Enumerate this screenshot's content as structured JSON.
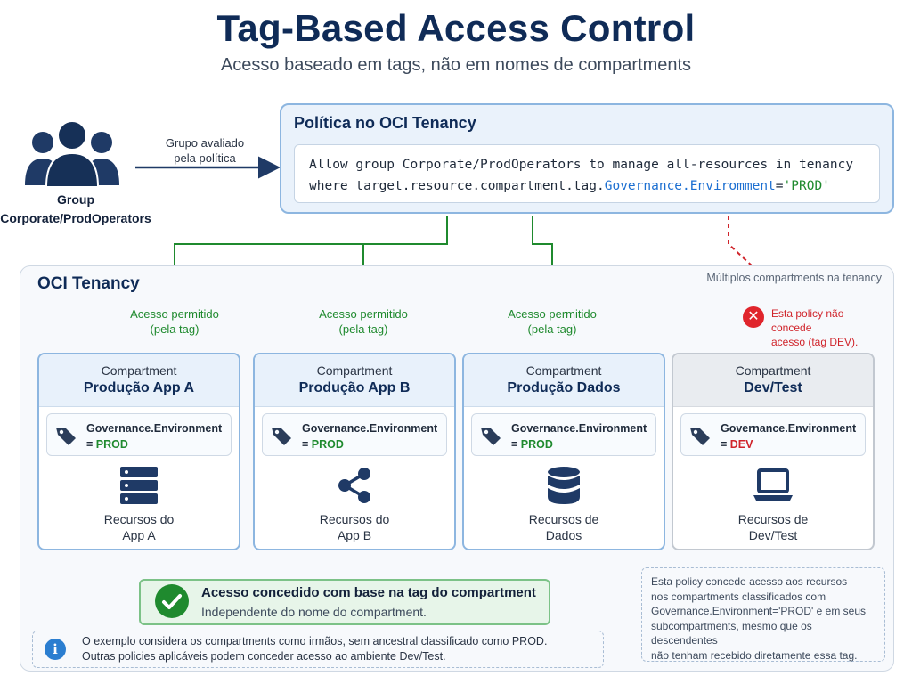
{
  "header": {
    "title": "Tag-Based Access Control",
    "subtitle": "Acesso baseado em tags, não em nomes de compartments"
  },
  "group": {
    "line1": "Group",
    "line2": "Corporate/ProdOperators",
    "arrow_label_1": "Grupo avaliado",
    "arrow_label_2": "pela política"
  },
  "policy": {
    "title": "Política no OCI Tenancy",
    "code_line1": "Allow group Corporate/ProdOperators to manage all-resources in tenancy",
    "code_line2_prefix": "where target.resource.compartment.tag.",
    "code_line2_key": "Governance.Enviromment",
    "code_line2_eq": "=",
    "code_line2_value": "'PROD'"
  },
  "tenancy": {
    "title": "OCI Tenancy",
    "note": "Múltiplos compartments na tenancy",
    "allowed_line1": "Acesso permitido",
    "allowed_line2": "(pela tag)",
    "deny_line1": "Esta policy não concede",
    "deny_line2": "acesso (tag DEV).",
    "deny_icon": "x-circle-icon"
  },
  "compartments": [
    {
      "sub": "Compartment",
      "name": "Produção App A",
      "tag_key": "Governance.Environment",
      "tag_eq": "= ",
      "tag_value": "PROD",
      "icon": "server-icon",
      "res_line1": "Recursos do",
      "res_line2": "App A"
    },
    {
      "sub": "Compartment",
      "name": "Produção App B",
      "tag_key": "Governance.Environment",
      "tag_eq": "= ",
      "tag_value": "PROD",
      "icon": "share-icon",
      "res_line1": "Recursos do",
      "res_line2": "App B"
    },
    {
      "sub": "Compartment",
      "name": "Produção Dados",
      "tag_key": "Governance.Environment",
      "tag_eq": "= ",
      "tag_value": "PROD",
      "icon": "database-icon",
      "res_line1": "Recursos de",
      "res_line2": "Dados"
    },
    {
      "sub": "Compartment",
      "name": "Dev/Test",
      "tag_key": "Governance.Environment",
      "tag_eq": "= ",
      "tag_value": "DEV",
      "icon": "laptop-icon",
      "res_line1": "Recursos de",
      "res_line2": "Dev/Test"
    }
  ],
  "result": {
    "title": "Acesso concedido com base na tag do compartment",
    "subtitle": "Independente do nome do compartment."
  },
  "info": {
    "line1": "O exemplo considera os compartments como irmãos, sem ancestral classificado como PROD.",
    "line2": "Outras policies aplicáveis podem conceder acesso ao ambiente Dev/Test."
  },
  "side_note": {
    "line1": "Esta policy concede acesso aos recursos",
    "line2": "nos compartments classificados com",
    "line3": "Governance.Environment='PROD' e em seus",
    "line4": "subcompartments, mesmo que os descendentes",
    "line5": "não tenham recebido diretamente essa tag."
  },
  "colors": {
    "navy": "#0f2b57",
    "allow_green": "#1f8a2e",
    "deny_red": "#d0242b",
    "policy_blue": "#1c6fd1"
  }
}
